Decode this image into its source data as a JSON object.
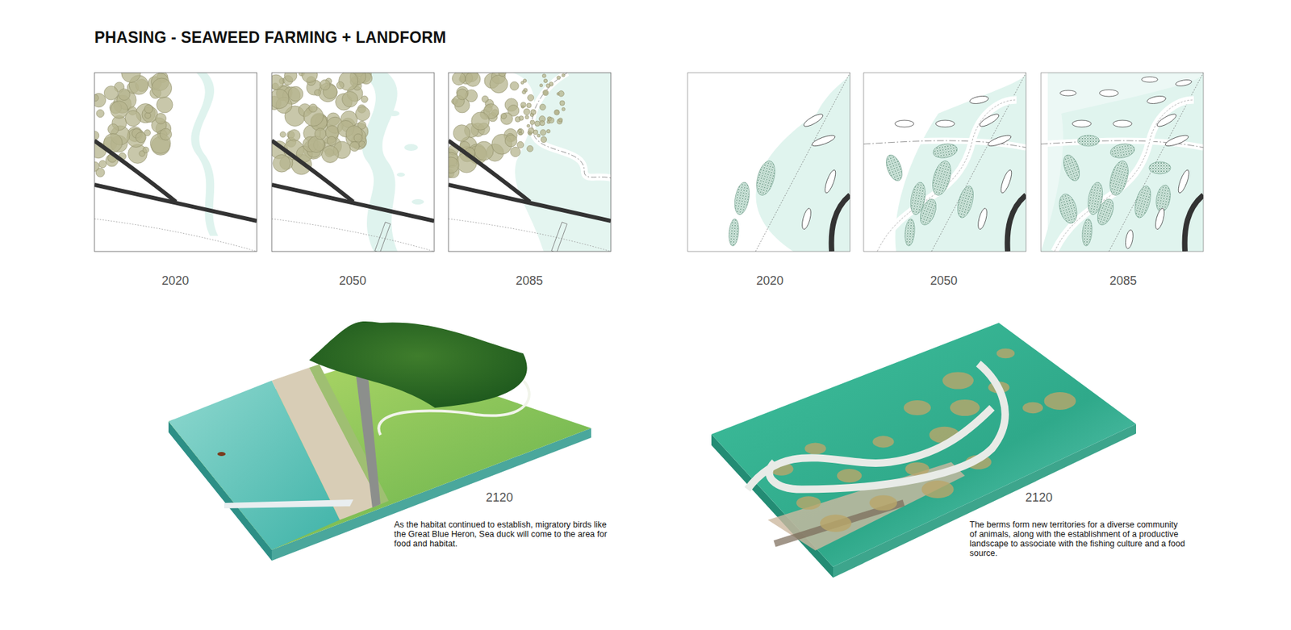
{
  "diagram": {
    "title": "PHASING - SEAWEED FARMING + LANDFORM",
    "labels": [
      "2020",
      "2050",
      "2085",
      "2020",
      "2050",
      "2085",
      "2120",
      "As the habitat continued to establish, migratory birds like the Great Blue Heron, Sea duck will come to the area for food and habitat.",
      "2120",
      "The berms form new territories for a diverse community of animals, along with the establishment of a productive landscape to associate with the fishing culture and a food source."
    ]
  }
}
